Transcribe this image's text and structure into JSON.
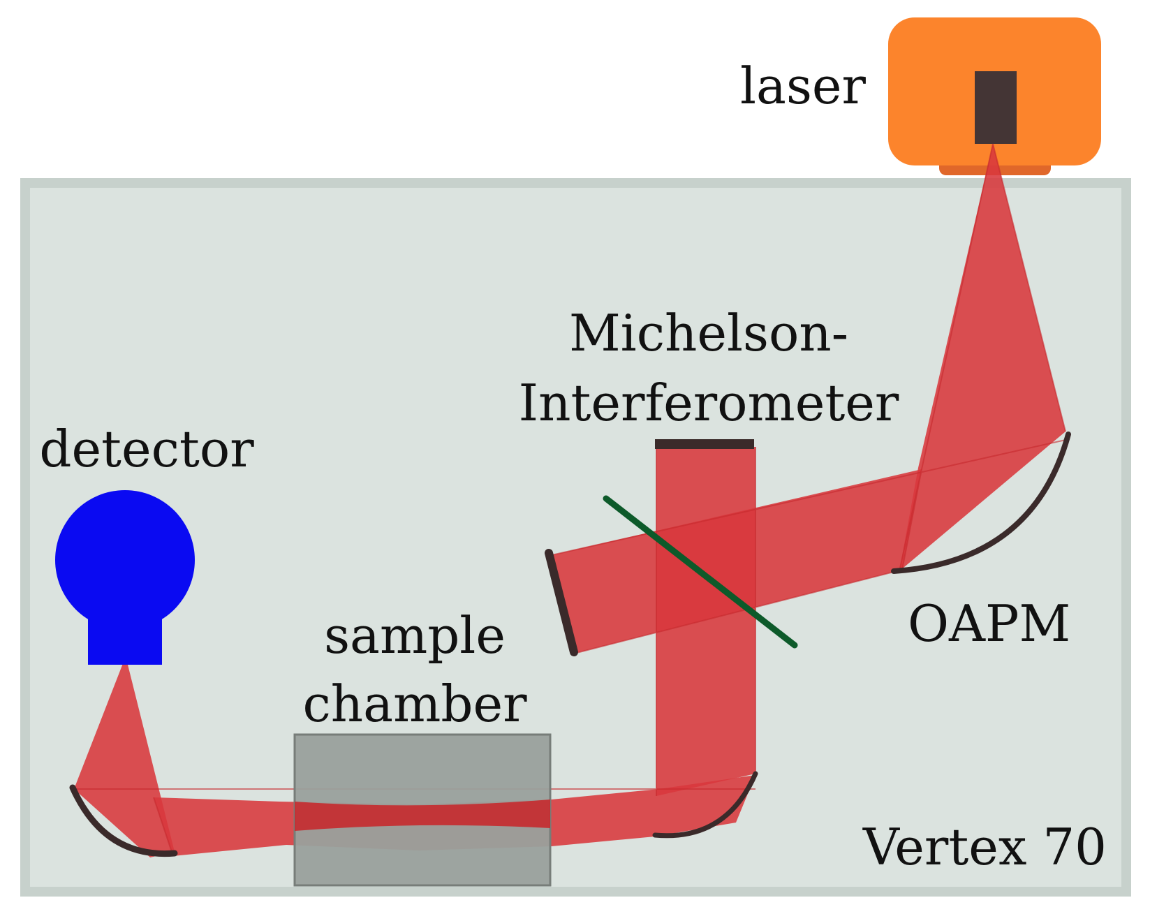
{
  "labels": {
    "laser": "laser",
    "michelson_line1": "Michelson-",
    "michelson_line2": "Interferometer",
    "detector": "detector",
    "sample_line1": "sample",
    "sample_line2": "chamber",
    "oapm": "OAPM",
    "housing": "Vertex 70"
  },
  "colors": {
    "housing_fill": "#dbe3df",
    "housing_border": "#c7d1cc",
    "laser_body": "#fc842c",
    "laser_base": "#e0672a",
    "laser_aperture": "#443535",
    "beam": "#d8383c",
    "beam_core": "#c72a2e",
    "mirror": "#3a2a2a",
    "beamsplitter": "#0d5a2a",
    "detector": "#0a0af2",
    "sample_chamber": "#9aa09c"
  }
}
